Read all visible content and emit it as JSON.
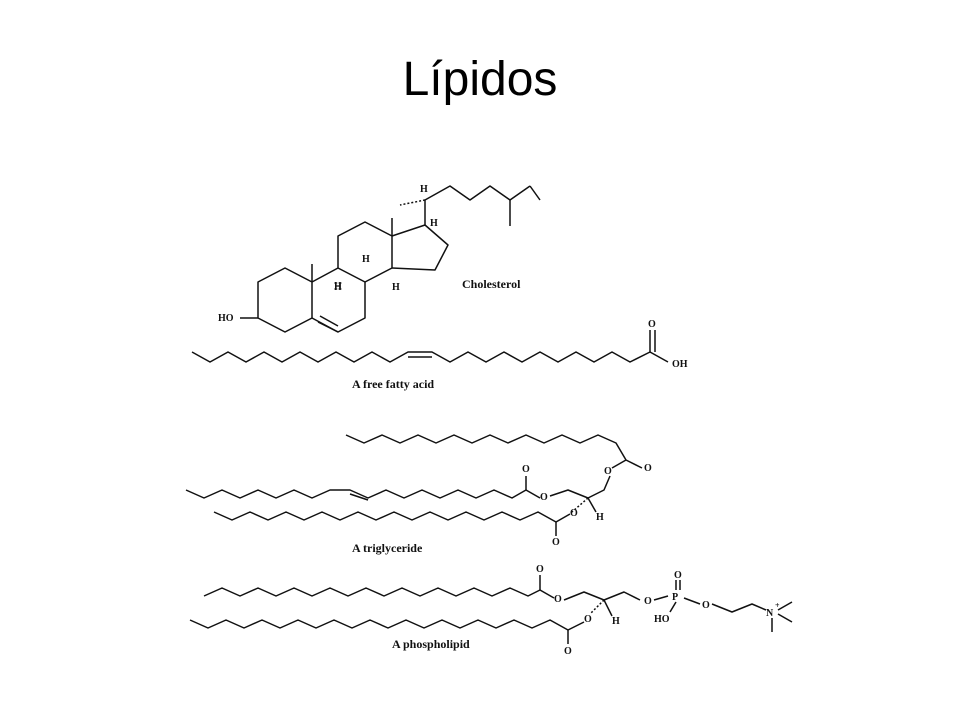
{
  "slide": {
    "title": "Lípidos"
  },
  "molecules": {
    "cholesterol": {
      "name": "Cholesterol"
    },
    "fatty_acid": {
      "name": "A free fatty acid"
    },
    "triglyceride": {
      "name": "A triglyceride"
    },
    "phospholipid": {
      "name": "A phospholipid"
    }
  },
  "atoms": {
    "oxygen": "O",
    "hydroxyl": "OH",
    "hydroxyl_left": "HO",
    "hydrogen": "H",
    "nitrogen": "N",
    "plus": "+",
    "phosphorus": "P"
  }
}
